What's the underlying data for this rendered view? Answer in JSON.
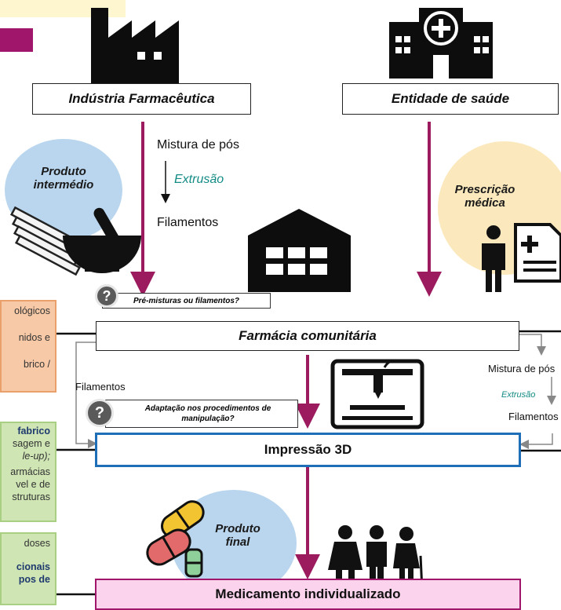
{
  "sources": {
    "pharma_industry": "Indústria Farmacêutica",
    "health_entity": "Entidade de saúde"
  },
  "industry_flow": {
    "powder_mix": "Mistura de pós",
    "extrusion": "Extrusão",
    "filaments": "Filamentos"
  },
  "bubbles": {
    "intermediate": "Produto intermédio",
    "prescription": "Prescrição médica",
    "final": "Produto final"
  },
  "questions": {
    "premix": "Pré-misturas ou filamentos?",
    "adaptation": "Adaptação nos procedimentos de manipulação?"
  },
  "pharmacy": "Farmácia comunitária",
  "printing": "Impressão 3D",
  "medicine": "Medicamento individualizado",
  "pharmacy_left": {
    "label": "Filamentos"
  },
  "pharmacy_right": {
    "powder_mix": "Mistura de pós",
    "extrusion": "Extrusão",
    "filaments": "Filamentos"
  },
  "side_notes": {
    "orange": [
      "ológicos",
      "nidos e",
      "brico /"
    ],
    "green_title": "fabrico",
    "green_lines": [
      "sagem e",
      "le-up);",
      "armácias",
      "vel e de",
      "struturas"
    ],
    "bottom_lines": [
      "doses"
    ],
    "bottom_bold": [
      "cionais",
      "pos de"
    ]
  },
  "colors": {
    "arrow": "#9c1a5e",
    "orange_fill": "#f7c9a6",
    "green_fill": "#cfe5b4",
    "bubble_blue": "#b9d6ee",
    "bubble_cream": "#fbe9bd",
    "printing_border": "#1f6fb8",
    "medicine_fill": "#fbd3ec",
    "medicine_border": "#a0166a",
    "teal": "#138b85"
  }
}
